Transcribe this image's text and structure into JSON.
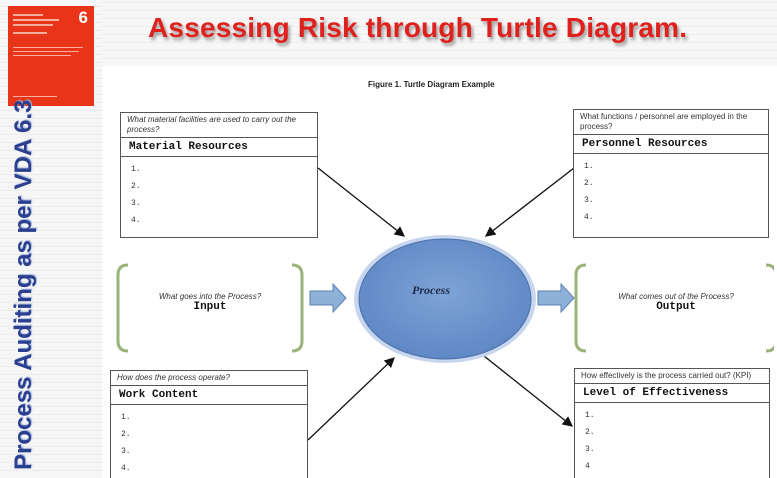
{
  "title": "Assessing Risk through Turtle Diagram.",
  "side_title": "Process Auditing as per VDA 6.3",
  "book": {
    "number": "6"
  },
  "figure_caption": "Figure 1. Turtle Diagram Example",
  "center": "Process",
  "boxes": {
    "material": {
      "question": "What material facilities are used to carry out the process?",
      "heading": "Material Resources",
      "items": [
        "1.",
        "2.",
        "3.",
        "4."
      ]
    },
    "personnel": {
      "question": "What functions / personnel are employed in the process?",
      "heading": "Personnel Resources",
      "items": [
        "1.",
        "2.",
        "3.",
        "4."
      ]
    },
    "work": {
      "question": "How does the process operate?",
      "heading": "Work Content",
      "items": [
        "1.",
        "2.",
        "3.",
        "4."
      ]
    },
    "effectiveness": {
      "question": "How effectively is the process carried out? (KPI)",
      "heading": "Level of Effectiveness",
      "items": [
        "1.",
        "2.",
        "3.",
        "4"
      ]
    }
  },
  "input": {
    "question": "What goes into the Process?",
    "heading": "Input"
  },
  "output": {
    "question": "What comes out of the Process?",
    "heading": "Output"
  }
}
